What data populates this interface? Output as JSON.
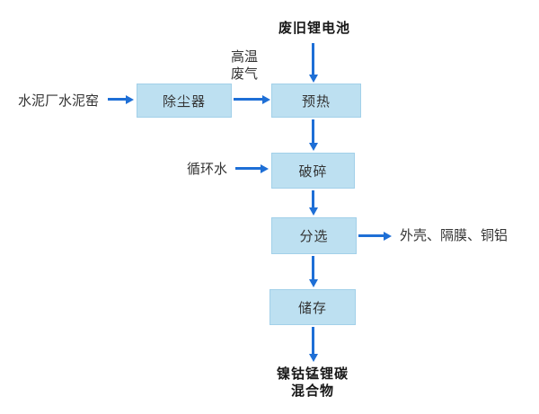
{
  "flowchart": {
    "source": "废旧锂电池",
    "nodes": {
      "dust_remover": "除尘器",
      "preheat": "预热",
      "crush": "破碎",
      "sort": "分选",
      "store": "储存"
    },
    "inputs": {
      "cement_kiln": "水泥厂水泥窑",
      "hot_gas_line1": "高温",
      "hot_gas_line2": "废气",
      "circulating_water": "循环水"
    },
    "outputs": {
      "byproducts": "外壳、隔膜、铜铝",
      "final_line1": "镍钴锰锂碳",
      "final_line2": "混合物"
    }
  },
  "colors": {
    "box_fill": "#BDE0F1",
    "box_border": "#A2D0E9",
    "arrow": "#1E6FD6",
    "text": "#333333",
    "bold_text": "#171717"
  }
}
